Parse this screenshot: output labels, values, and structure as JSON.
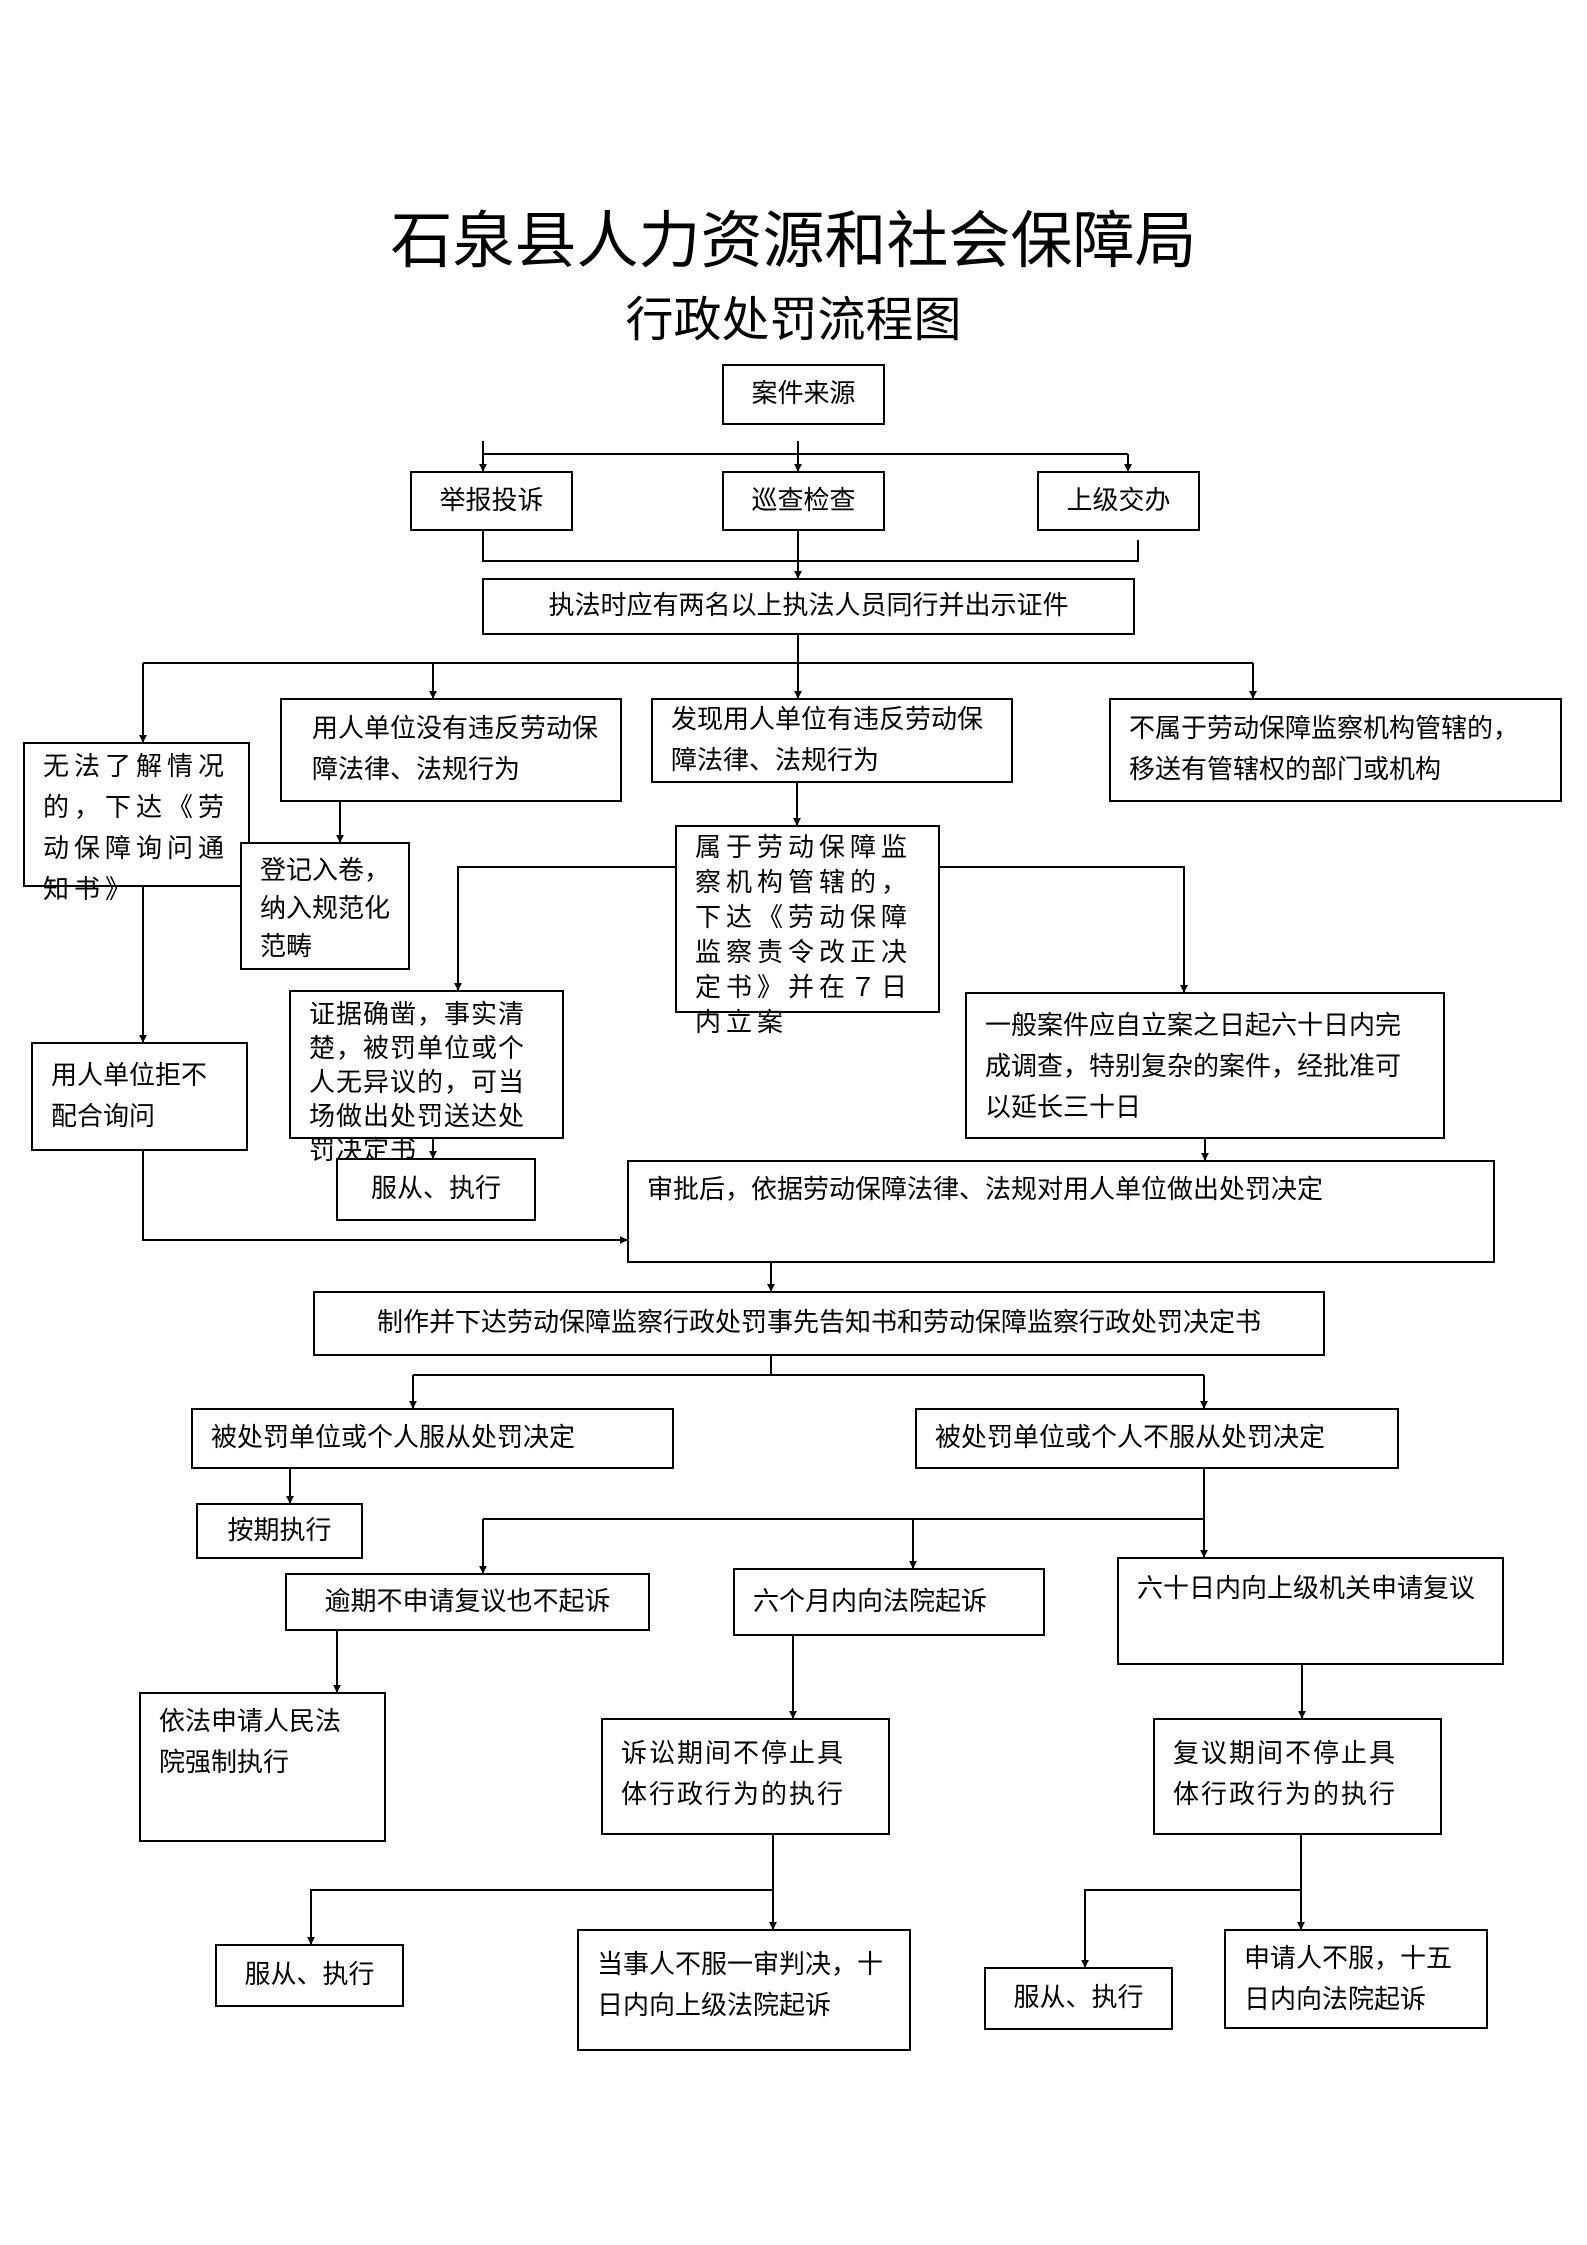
{
  "title": "石泉县人力资源和社会保障局",
  "subtitle": "行政处罚流程图",
  "nodes": {
    "source": "案件来源",
    "report": "举报投诉",
    "patrol": "巡查检查",
    "superior": "上级交办",
    "enforce": "执法时应有两名以上执法人员同行并出示证件",
    "unknown": "无法了解情况的，下达《劳动保障询问通知书》",
    "no_violation": "用人单位没有违反劳动保障法律、法规行为",
    "found_violation": "发现用人单位有违反劳动保障法律、法规行为",
    "not_jurisdiction": "不属于劳动保障监察机构管辖的，移送有管辖权的部门或机构",
    "register": "登记入卷，纳入规范化范畴",
    "jurisdiction": "属于劳动保障监察机构管辖的，下达《劳动保障监察责令改正决定书》并在７日内立案",
    "refuse": "用人单位拒不配合询问",
    "onsite": "证据确凿，事实清楚，被罚单位或个人无异议的，可当场做出处罚送达处罚决定书",
    "sixty_days": "一般案件应自立案之日起六十日内完成调查，特别复杂的案件，经批准可以延长三十日",
    "comply1": "服从、执行",
    "approve": "审批后，依据劳动保障法律、法规对用人单位做出处罚决定",
    "issue": "制作并下达劳动保障监察行政处罚事先告知书和劳动保障监察行政处罚决定书",
    "accept": "被处罚单位或个人服从处罚决定",
    "reject": "被处罚单位或个人不服从处罚决定",
    "on_time": "按期执行",
    "overdue": "逾期不申请复议也不起诉",
    "six_months": "六个月内向法院起诉",
    "reconsider": "六十日内向上级机关申请复议",
    "court_enforce": "依法申请人民法院强制执行",
    "lawsuit_continue": "诉讼期间不停止具体行政行为的执行",
    "review_continue": "复议期间不停止具体行政行为的执行",
    "comply2": "服从、执行",
    "appeal": "当事人不服一审判决，十日内向上级法院起诉",
    "comply3": "服从、执行",
    "applicant": "申请人不服，十五日内向法院起诉"
  }
}
